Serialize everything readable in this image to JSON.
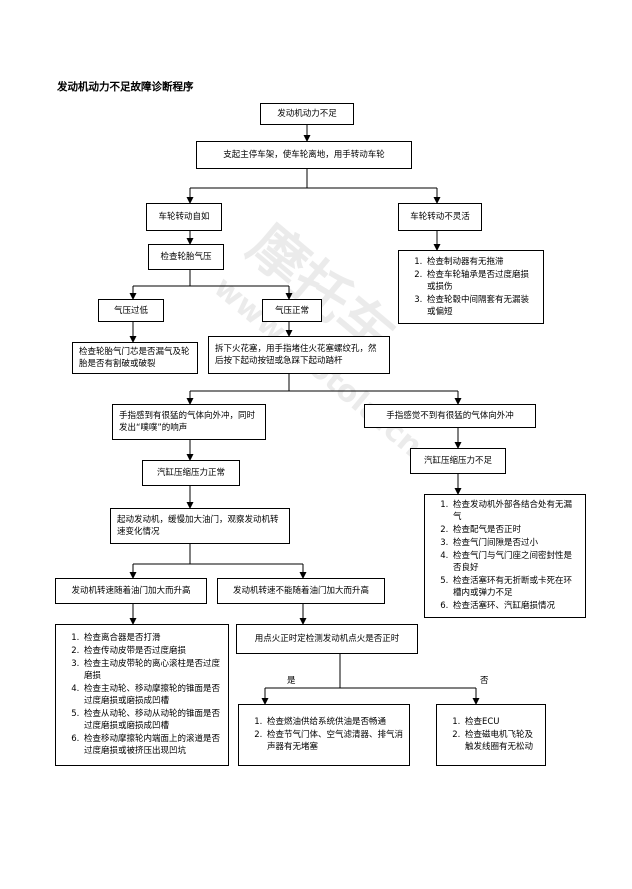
{
  "title": "发动机动力不足故障诊断程序",
  "nodes": {
    "start": "发动机动力不足",
    "support": "支起主停车架，使车轮离地，用手转动车轮",
    "wheel_ok": "车轮转动自如",
    "wheel_bad": "车轮转动不灵活",
    "wheel_bad_checks": [
      "检查制动器有无拖滞",
      "检查车轮轴承是否过度磨损或损伤",
      "检查轮毂中间隔套有无漏装或偏短"
    ],
    "check_tire": "检查轮胎气压",
    "pressure_low": "气压过低",
    "pressure_ok": "气压正常",
    "check_valve": "检查轮胎气门芯是否漏气及轮胎是否有割破或破裂",
    "remove_plug": "拆下火花塞，用手指堵住火花塞螺纹孔，然后按下起动按钮或急踩下起动踏杆",
    "strong_gas": "手指感到有很猛的气体向外冲，同时发出“噗噗”的响声",
    "weak_gas": "手指感觉不到有很猛的气体向外冲",
    "comp_ok": "汽缸压缩压力正常",
    "comp_low": "汽缸压缩压力不足",
    "comp_low_checks": [
      "检查发动机外部各结合处有无漏气",
      "检查配气是否正时",
      "检查气门间隙是否过小",
      "检查气门与气门座之间密封性是否良好",
      "检查活塞环有无折断或卡死在环槽内或弹力不足",
      "检查活塞环、汽缸磨损情况"
    ],
    "start_engine": "起动发动机，缓慢加大油门，观察发动机转速变化情况",
    "rpm_up": "发动机转速随着油门加大而升高",
    "rpm_not_up": "发动机转速不能随着油门加大而升高",
    "rpm_up_checks": [
      "检查离合器是否打滑",
      "检查传动皮带是否过度磨损",
      "检查主动皮带轮的离心滚柱是否过度磨损",
      "检查主动轮、移动摩擦轮的锥面是否过度磨损或磨损成凹槽",
      "检查从动轮、移动从动轮的锥面是否过度磨损或磨损成凹槽",
      "检查移动摩擦轮内端面上的滚道是否过度磨损或被挤压出现凹坑"
    ],
    "timing": "用点火正时定检测发动机点火是否正时",
    "yes": "是",
    "no": "否",
    "yes_checks": [
      "检查燃油供给系统供油是否畅通",
      "检查节气门体、空气滤清器、排气消声器有无堵塞"
    ],
    "no_checks": [
      "检查ECU",
      "检查磁电机飞轮及触发线圈有无松动"
    ]
  },
  "watermark": [
    "摩托车",
    "www.motola.cn"
  ]
}
